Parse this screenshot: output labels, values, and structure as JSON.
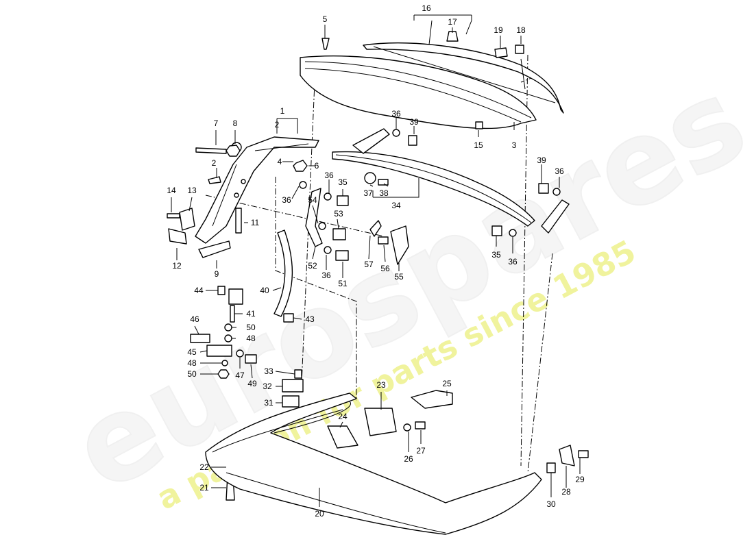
{
  "watermark": {
    "brand": "eurospares",
    "tagline": "a passion for parts since 1985",
    "color": "#d8e000"
  },
  "callouts": {
    "n1": "1",
    "n2": "2",
    "n2b": "2",
    "n3": "3",
    "n4": "4",
    "n5": "5",
    "n6": "6",
    "n7": "7",
    "n8": "8",
    "n9": "9",
    "n11": "11",
    "n12": "12",
    "n13": "13",
    "n14": "14",
    "n15": "15",
    "n16": "16",
    "n17": "17",
    "n18": "18",
    "n19": "19",
    "n20": "20",
    "n21": "21",
    "n22": "22",
    "n23": "23",
    "n24": "24",
    "n25": "25",
    "n26": "26",
    "n27": "27",
    "n28": "28",
    "n29": "29",
    "n30": "30",
    "n31": "31",
    "n32": "32",
    "n33": "33",
    "n34": "34",
    "n35a": "35",
    "n35b": "35",
    "n36a": "36",
    "n36b": "36",
    "n36c": "36",
    "n36d": "36",
    "n36e": "36",
    "n36f": "36",
    "n37": "37",
    "n38": "38",
    "n39a": "39",
    "n39b": "39",
    "n40": "40",
    "n41": "41",
    "n43": "43",
    "n44": "44",
    "n45": "45",
    "n46": "46",
    "n47": "47",
    "n48a": "48",
    "n48b": "48",
    "n49": "49",
    "n50a": "50",
    "n50b": "50",
    "n51": "51",
    "n52": "52",
    "n53": "53",
    "n54": "54",
    "n55": "55",
    "n56": "56",
    "n57": "57"
  }
}
